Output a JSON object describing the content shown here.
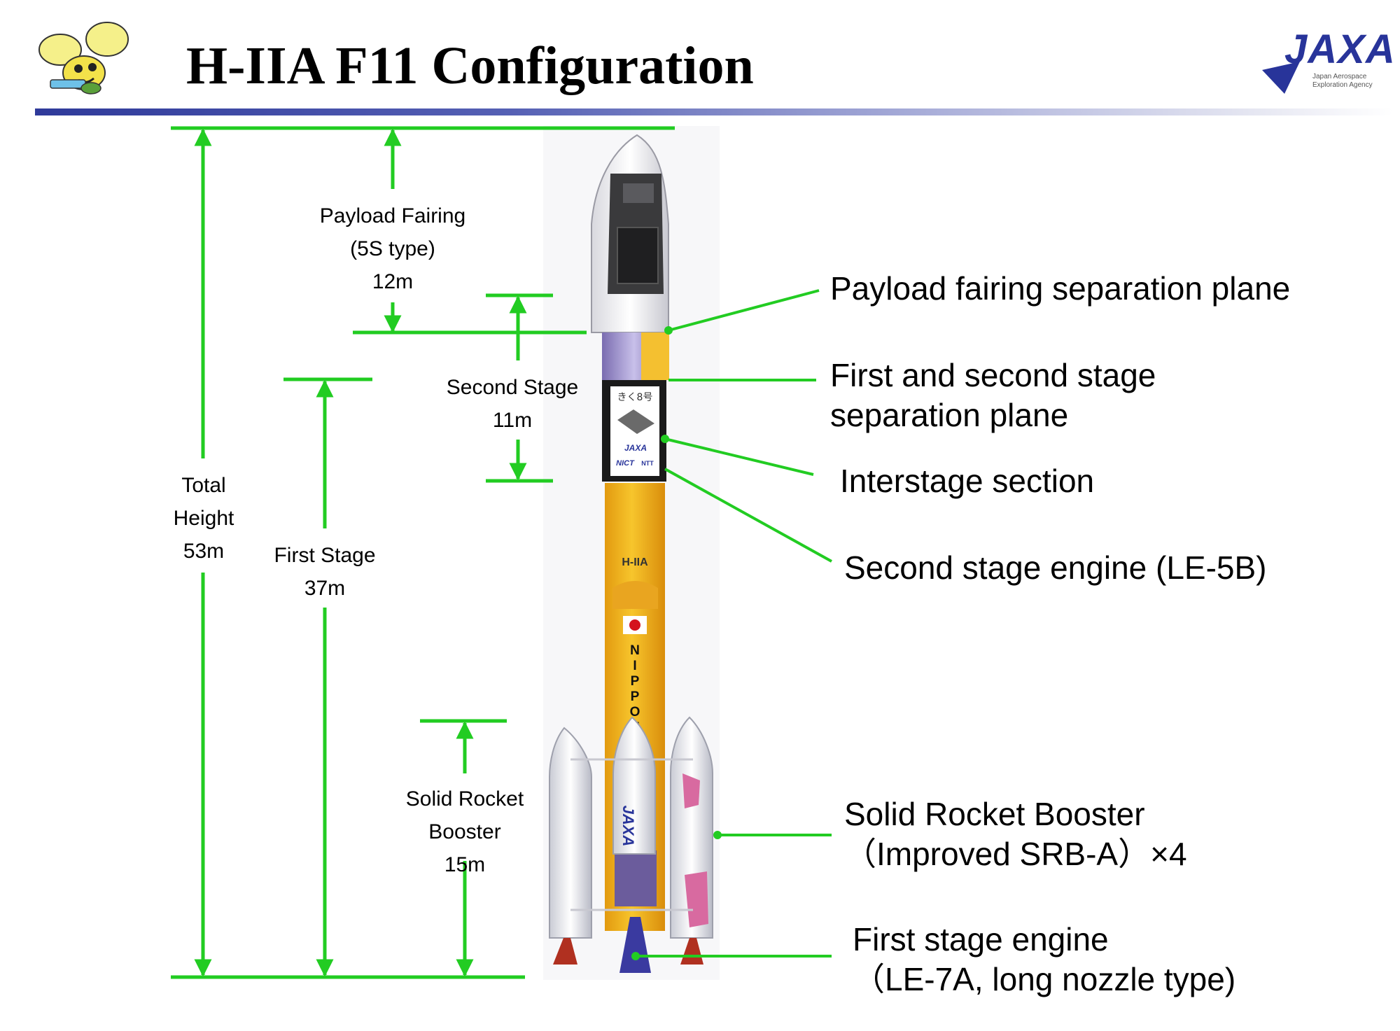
{
  "title": "H-IIA F11 Configuration",
  "colors": {
    "dimension_lines": "#22cc22",
    "title_bar_dark": "#2f3a9a",
    "core_stage": "#f2b81f",
    "booster": "#f4f4f8"
  },
  "mascot": {
    "icon": "bee-mascot-icon"
  },
  "logo": {
    "text": "JAXA",
    "line1": "Japan Aerospace",
    "line2": "Exploration Agency"
  },
  "rocket_markings": {
    "vehicle": "H-IIA",
    "name": "NIPPON",
    "booster_mark": "JAXA",
    "sat_name": "きく8号",
    "org1": "JAXA",
    "org2": "NICT",
    "org3": "NTT"
  },
  "dimensions": {
    "payload_fairing": "Payload Fairing\n(5S type)\n12m",
    "second_stage": "Second Stage\n11m",
    "total_height": "Total\nHeight\n53m",
    "first_stage": "First Stage\n37m",
    "srb": "Solid Rocket\nBooster\n15m"
  },
  "callouts": {
    "pf_separation": "Payload fairing separation plane",
    "stage_separation": "First and second stage\nseparation plane",
    "interstage": "Interstage section",
    "second_engine": "Second stage engine (LE-5B)",
    "srb": "Solid Rocket Booster\n（Improved SRB-A）×4",
    "first_engine": "First stage engine\n（LE-7A, long nozzle type)"
  }
}
